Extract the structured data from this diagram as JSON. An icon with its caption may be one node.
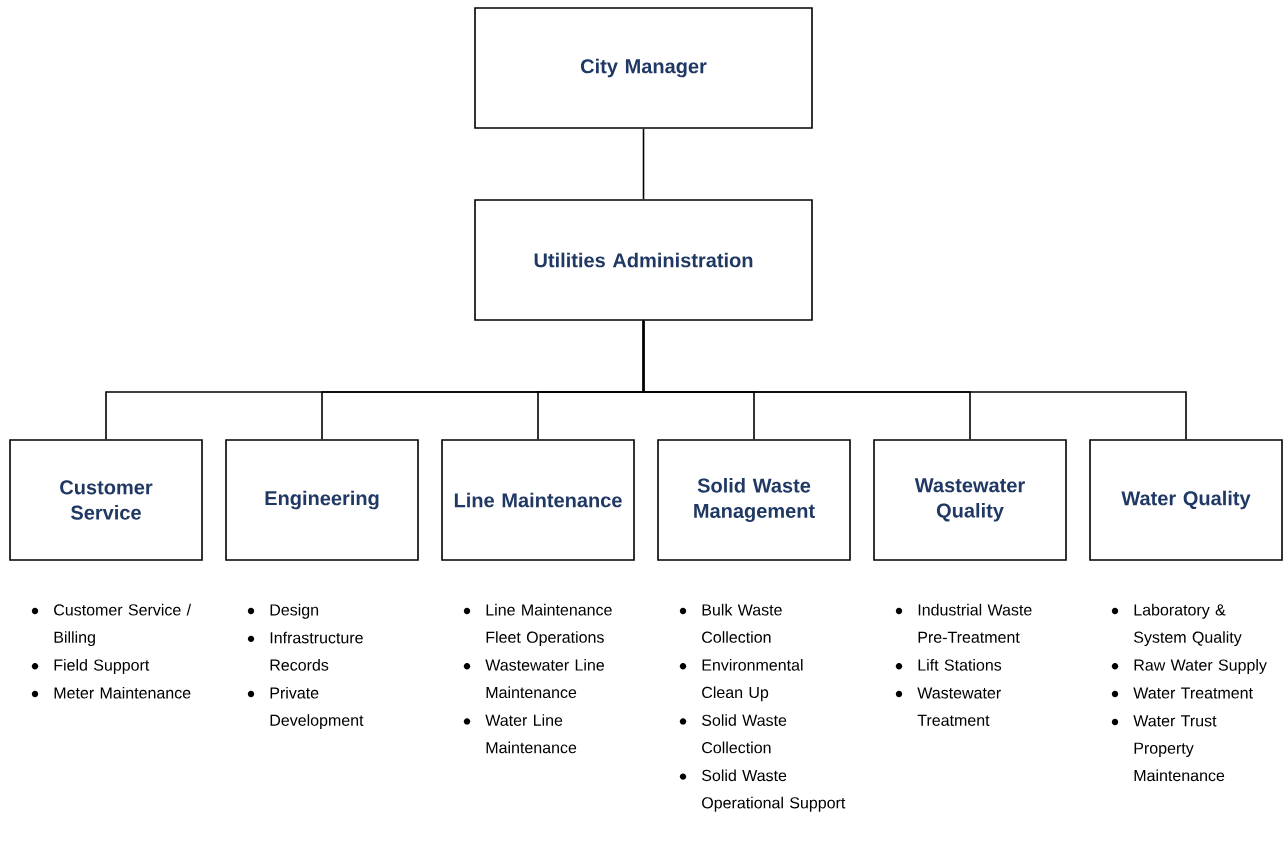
{
  "diagram": {
    "nodes": [
      {
        "text": [
          "City Manager"
        ]
      },
      {
        "text": [
          "Utilities Administration"
        ]
      },
      {
        "text": [
          "Customer Service"
        ],
        "beside": [
          "Customer Service / Billing",
          "Field Support",
          "Meter Maintenance"
        ]
      },
      {
        "text": [
          "Engineering"
        ],
        "beside": [
          "Design",
          "Infrastructure Records",
          "Private Development"
        ]
      },
      {
        "text": [
          "Line Maintenance"
        ],
        "beside": [
          "Line Maintenance Fleet Operations",
          "Wastewater Line Maintenance",
          "Water Line Maintenance"
        ]
      },
      {
        "text": [
          "Solid Waste Management"
        ],
        "beside": [
          "Bulk Waste Collection",
          "Environmental Clean Up",
          "Solid Waste Collection",
          "Solid Waste Operational Support"
        ]
      },
      {
        "text": [
          "Wastewater Quality"
        ],
        "beside": [
          "Industrial Waste Pre-Treatment",
          "Lift Stations",
          "Wastewater Treatment"
        ]
      },
      {
        "text": [
          "Water Quality"
        ],
        "beside": [
          "Laboratory & System Quality",
          "Raw Water Supply",
          "Water Treatment",
          "Water Trust Property Maintenance"
        ]
      }
    ],
    "edges": [
      {
        "from": 0,
        "to": 1,
        "arrow": "none"
      },
      {
        "from": 1,
        "to": 2,
        "arrow": "none"
      },
      {
        "from": 1,
        "to": 3,
        "arrow": "none"
      },
      {
        "from": 1,
        "to": 4,
        "arrow": "none"
      },
      {
        "from": 1,
        "to": 5,
        "arrow": "none"
      },
      {
        "from": 1,
        "to": 6,
        "arrow": "none"
      },
      {
        "from": 1,
        "to": 7,
        "arrow": "none"
      }
    ]
  }
}
